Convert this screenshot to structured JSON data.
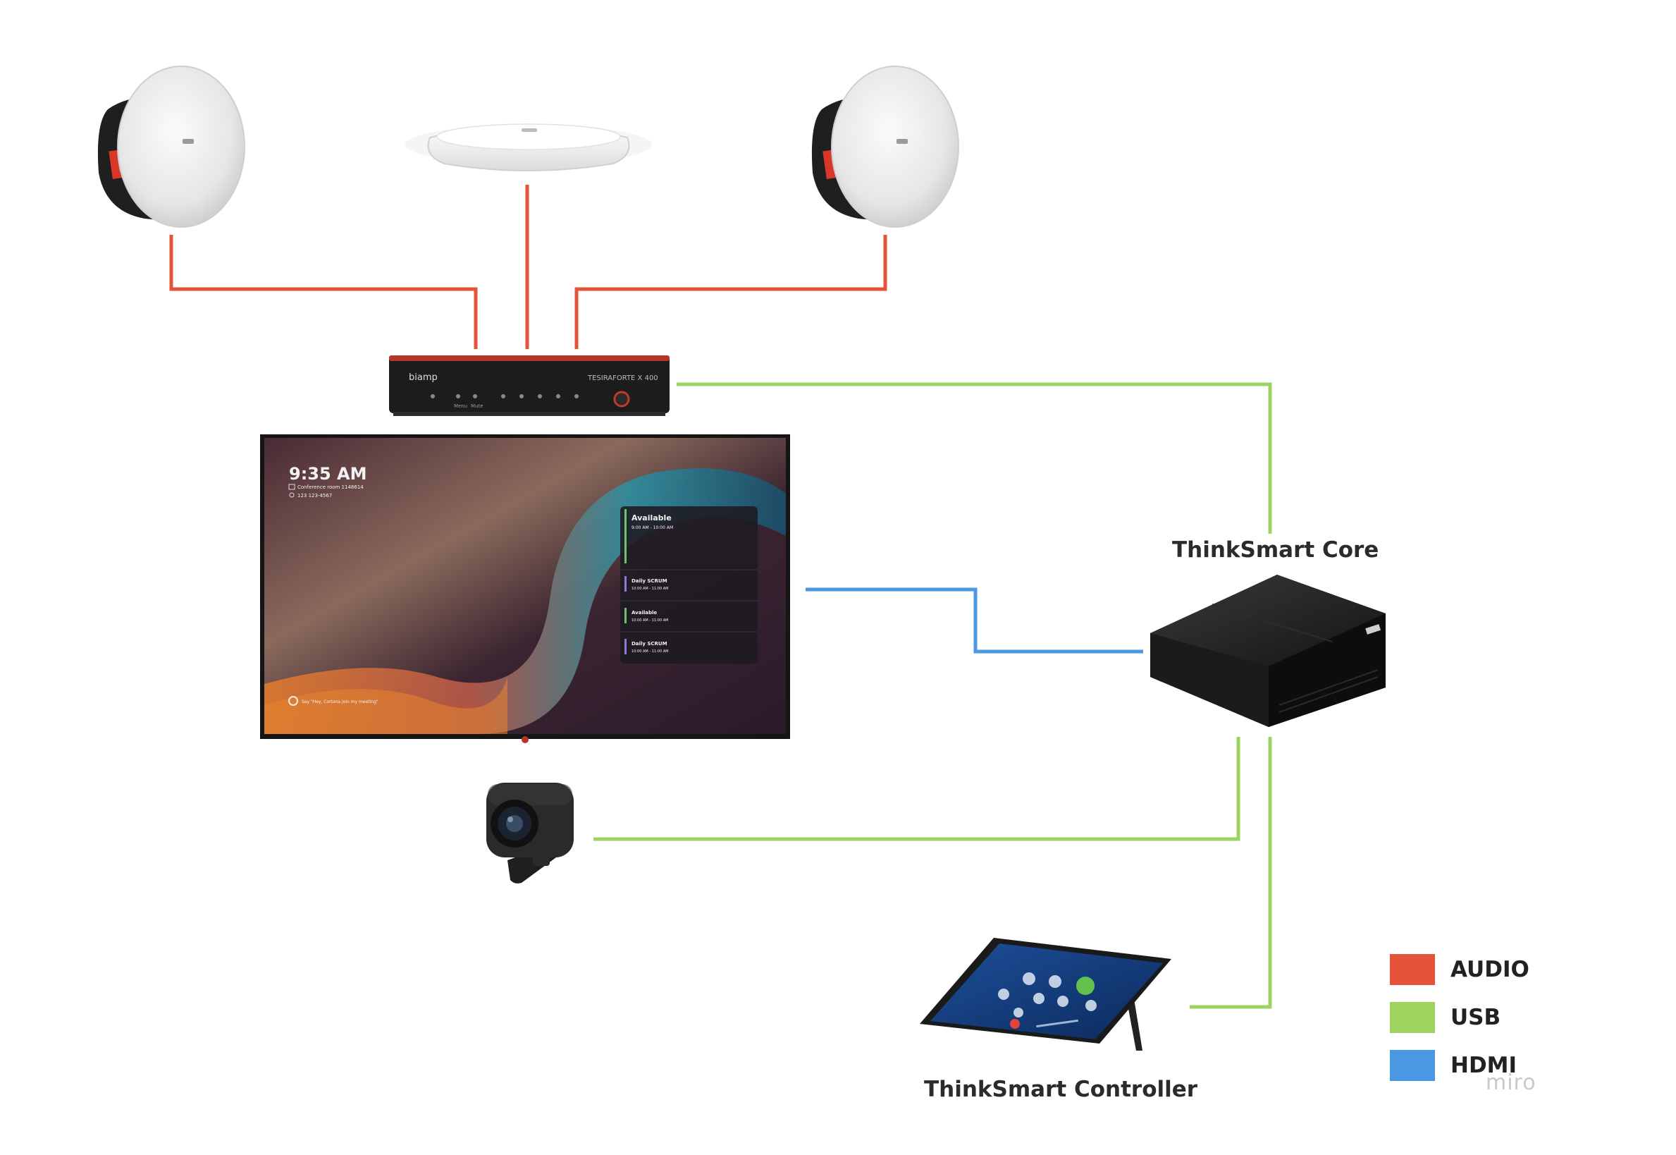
{
  "labels": {
    "core": "ThinkSmart Core",
    "controller": "ThinkSmart Controller"
  },
  "legend": [
    {
      "label": "AUDIO",
      "color": "#e4533a"
    },
    {
      "label": "USB",
      "color": "#9dd45f"
    },
    {
      "label": "HDMI",
      "color": "#4a97e3"
    }
  ],
  "colors": {
    "audio": "#e4533a",
    "usb": "#9dd45f",
    "hdmi": "#4a97e3"
  },
  "display": {
    "time": "9:35 AM",
    "room": "Conference room 1148614",
    "phone": "123 123-4567",
    "voice_hint": "Say \"Hey, Cortana join my meeting\"",
    "calendar": [
      {
        "title": "Available",
        "time": "9:00 AM - 10:00 AM",
        "accent": "#6fc267"
      },
      {
        "title": "Daily SCRUM",
        "time": "10:00 AM - 11:00 AM",
        "accent": "#8a7bd6"
      },
      {
        "title": "Available",
        "time": "10:00 AM - 11:00 AM",
        "accent": "#6fc267"
      },
      {
        "title": "Daily SCRUM",
        "time": "10:00 AM - 11:00 AM",
        "accent": "#8a7bd6"
      }
    ]
  },
  "devices": {
    "amp_brand": "biamp",
    "amp_model": "TESIRAFORTE X 400",
    "amp_buttons": [
      "Menu",
      "Mute"
    ]
  },
  "watermark": "miro"
}
